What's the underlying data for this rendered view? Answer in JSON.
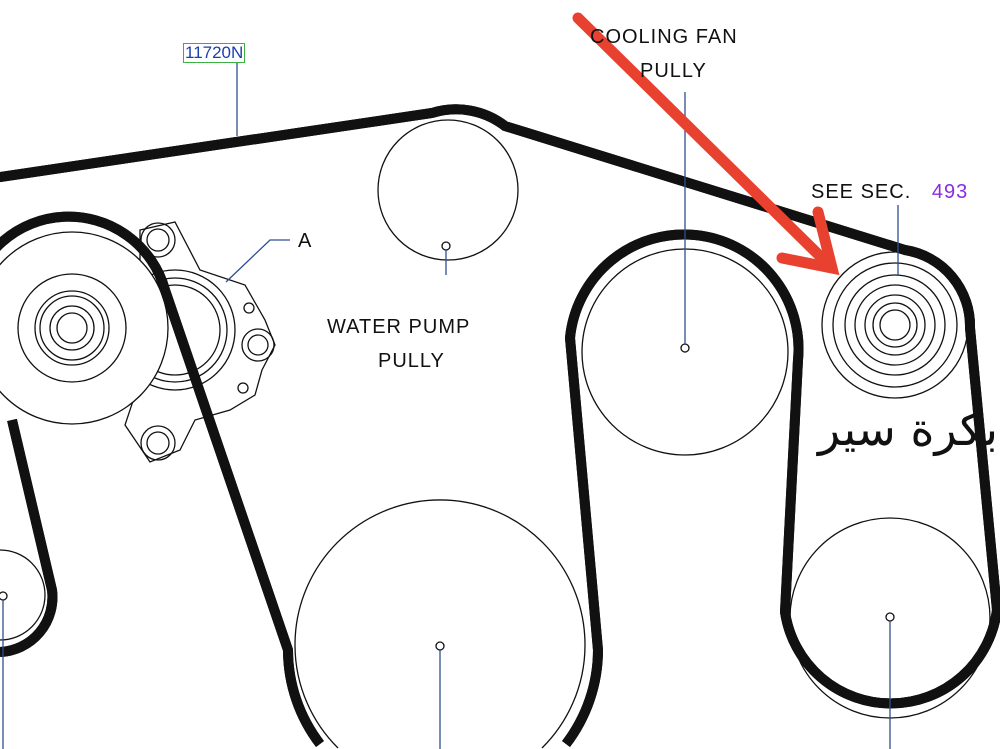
{
  "title": "Drive belt layout",
  "labels": {
    "part_number": "11720N",
    "tensioner_ref": "A",
    "cooling_fan_line1": "COOLING  FAN",
    "cooling_fan_line2": "PULLY",
    "water_pump_line1": "WATER  PUMP",
    "water_pump_line2": "PULLY",
    "see_sec": "SEE  SEC.",
    "see_sec_number": "493",
    "arabic_annotation": "بكرة سير"
  },
  "colors": {
    "line": "#111111",
    "leader": "#2f4f8f",
    "arrow": "#e8412f",
    "part_number_text": "#1a3fb0",
    "part_number_border": "#3cb043",
    "section_number": "#8a2be2"
  }
}
